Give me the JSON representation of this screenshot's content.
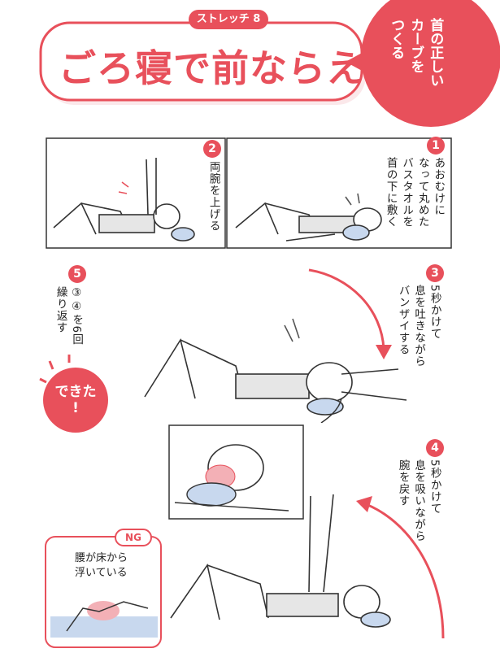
{
  "header": {
    "tag": "ストレッチ 8",
    "title": "ごろ寝で前ならえ",
    "badge_lines": [
      "首の正しい",
      "カーブを",
      "つくる"
    ]
  },
  "steps": [
    {
      "num": "1",
      "lines": [
        "あおむけに",
        "なって丸めた",
        "バスタオルを",
        "首の下に敷く"
      ]
    },
    {
      "num": "2",
      "lines": [
        "両腕を上げる"
      ]
    },
    {
      "num": "3",
      "lines": [
        "5秒かけて",
        "息を吐きながら",
        "バンザイする"
      ]
    },
    {
      "num": "4",
      "lines": [
        "5秒かけて",
        "息を吸いながら",
        "腕を戻す"
      ]
    },
    {
      "num": "5",
      "lines": [
        "③④を6回",
        "繰り返す"
      ]
    }
  ],
  "done_badge": {
    "line1": "できた",
    "line2": "!"
  },
  "ng": {
    "label": "NG",
    "lines": [
      "腰が床から",
      "浮いている"
    ]
  },
  "colors": {
    "accent": "#e8505b",
    "pale": "#f9dfe1",
    "mat": "#c8d8ee"
  }
}
